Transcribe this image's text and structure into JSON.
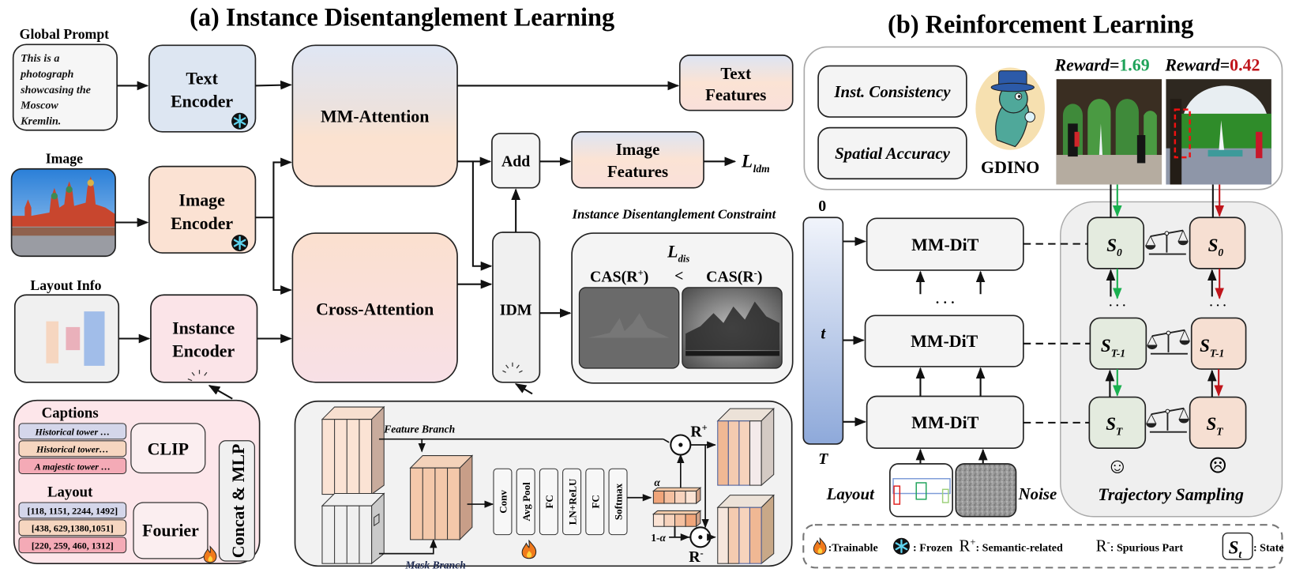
{
  "titles": {
    "part_a": "(a) Instance Disentanglement Learning",
    "part_b": "(b) Reinforcement Learning"
  },
  "inputs": {
    "global_prompt_label": "Global Prompt",
    "global_prompt_lines": [
      "This is a",
      "photograph",
      "showcasing the",
      "Moscow",
      "Kremlin."
    ],
    "image_label": "Image",
    "layout_info_label": "Layout Info"
  },
  "encoders": {
    "text_encoder": [
      "Text",
      "Encoder"
    ],
    "image_encoder": [
      "Image",
      "Encoder"
    ],
    "instance_encoder": [
      "Instance",
      "Encoder"
    ]
  },
  "attention": {
    "mm_attention": "MM-Attention",
    "cross_attention": "Cross-Attention"
  },
  "outputs": {
    "text_features": [
      "Text",
      "Features"
    ],
    "image_features": [
      "Image",
      "Features"
    ],
    "add": "Add",
    "idm": "IDM",
    "loss_ldm_main": "L",
    "loss_ldm_sub": "ldm"
  },
  "constraint": {
    "title": "Instance Disentanglement Constraint",
    "loss_dis_main": "L",
    "loss_dis_sub": "dis",
    "cas_pos": "CAS(R",
    "cas_pos_sup": "+",
    "cas_neg": "CAS(R",
    "cas_neg_sup": "-",
    "close_paren": ")",
    "less_than": "<"
  },
  "instance_encoder_detail": {
    "captions_label": "Captions",
    "captions": [
      "Historical tower …",
      "Historical tower…",
      "A majestic tower …"
    ],
    "caption_colors": [
      "#d4d6ea",
      "#f6d6c0",
      "#f4aab6"
    ],
    "clip": "CLIP",
    "layout_label": "Layout",
    "boxes": [
      "[118, 1151, 2244, 1492]",
      "[438, 629,1380,1051]",
      "[220, 259, 460, 1312]"
    ],
    "fourier": "Fourier",
    "concat_mlp": "Concat & MLP"
  },
  "idm_detail": {
    "feature_branch": "Feature Branch",
    "mask_branch": "Mask Branch",
    "layers": [
      "Conv",
      "Avg Pool",
      "FC",
      "LN+ReLU",
      "FC",
      "Softmax"
    ],
    "alpha": "α",
    "one_minus_alpha": "1-",
    "r_plus": "R",
    "r_plus_sup": "+",
    "r_minus": "R",
    "r_minus_sup": "-"
  },
  "rl": {
    "reward_criteria": [
      "Inst. Consistency",
      "Spatial Accuracy"
    ],
    "reward_model": "GDINO",
    "reward_label": "Reward=",
    "reward_good": "1.69",
    "reward_bad": "0.42",
    "reward_good_color": "#1fa35a",
    "reward_bad_color": "#c0151b",
    "timestep_top": "0",
    "timestep_mid": "t",
    "timestep_bottom": "T",
    "block": "MM-DiT",
    "ellipsis": "· · ·",
    "layout_label": "Layout",
    "noise_label": "Noise",
    "trajectory_label": "Trajectory Sampling",
    "states": [
      {
        "main": "S",
        "sub": "0"
      },
      {
        "main": "S",
        "sub": "T-1"
      },
      {
        "main": "S",
        "sub": "T"
      }
    ],
    "good_face": "☺",
    "bad_face": "☹"
  },
  "legend": {
    "trainable": ":Trainable",
    "frozen": ": Frozen",
    "r_plus": "R",
    "r_plus_sup": "+",
    "r_plus_desc": ": Semantic-related",
    "r_minus": "R",
    "r_minus_sup": "-",
    "r_minus_desc": ": Spurious Part",
    "state_main": "S",
    "state_sub": "t",
    "state_desc": ": State"
  }
}
